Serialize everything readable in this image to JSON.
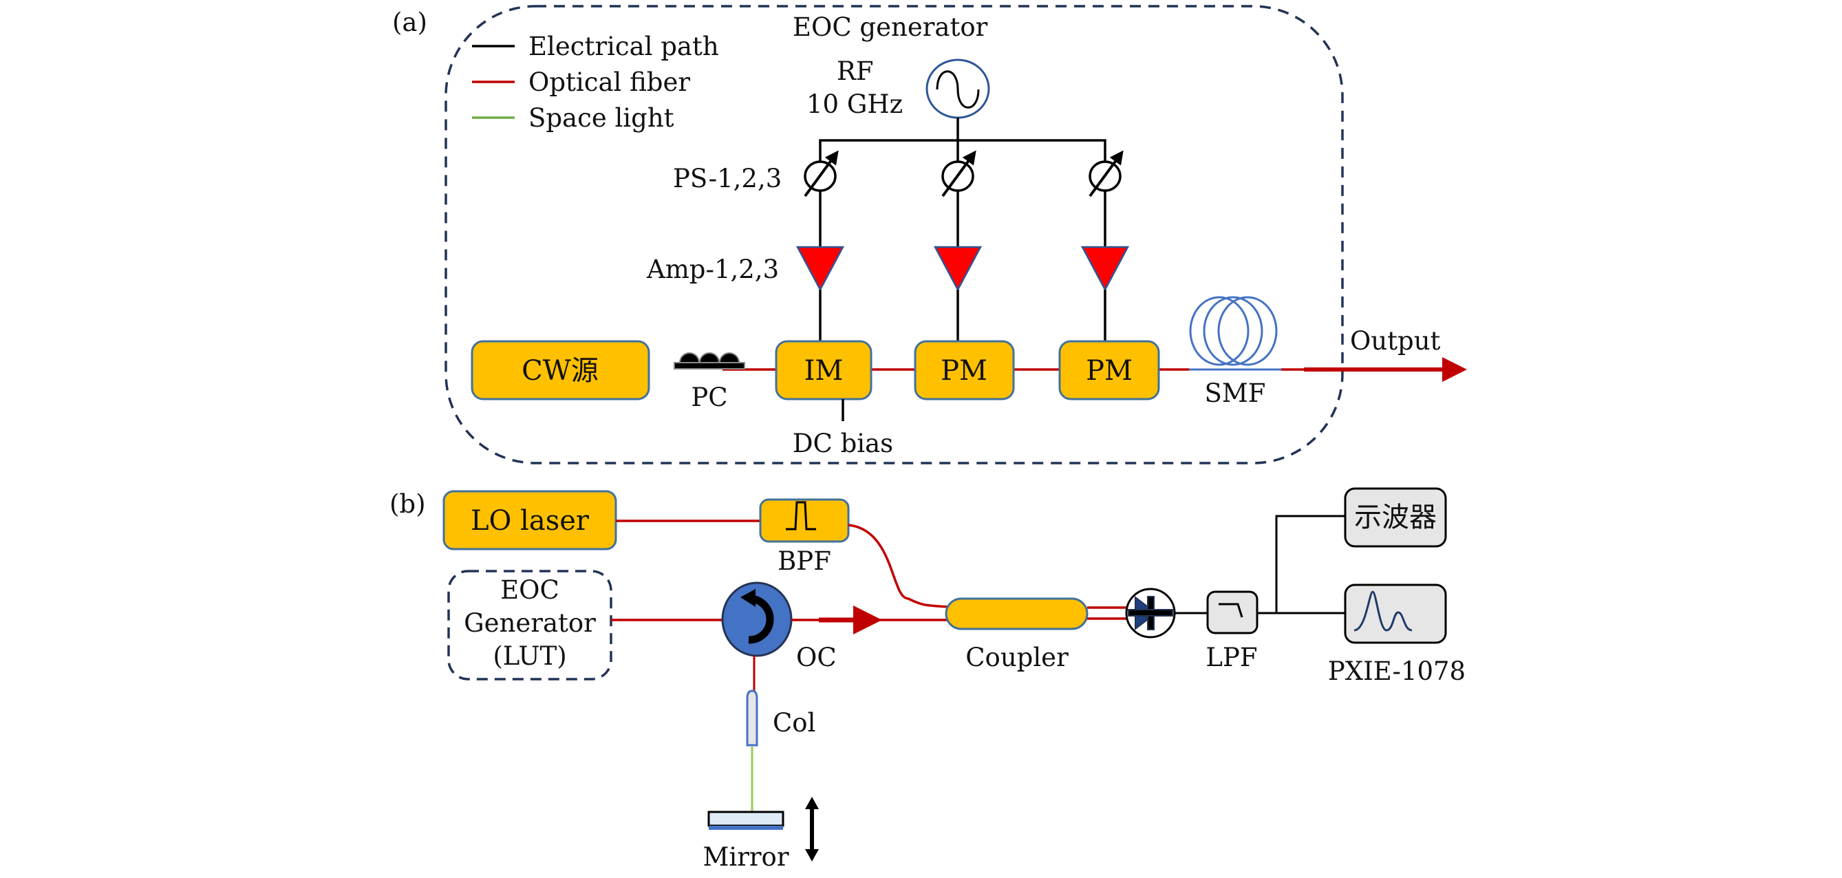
{
  "panel_a": {
    "label": "(a)",
    "title": "EOC generator",
    "legend": [
      {
        "label": "Electrical path",
        "color": "#000000"
      },
      {
        "label": "Optical fiber",
        "color": "#c00000"
      },
      {
        "label": "Space light",
        "color": "#70ad47"
      }
    ],
    "rf_label_line1": "RF",
    "rf_label_line2": "10 GHz",
    "ps_label": "PS-1,2,3",
    "amp_label": "Amp-1,2,3",
    "cw_label": "CW源",
    "pc_label": "PC",
    "im_label": "IM",
    "pm1_label": "PM",
    "pm2_label": "PM",
    "dc_bias_label": "DC bias",
    "smf_label": "SMF",
    "output_label": "Output"
  },
  "panel_b": {
    "label": "(b)",
    "lo_label": "LO laser",
    "bpf_label": "BPF",
    "eoc_line1": "EOC",
    "eoc_line2": "Generator",
    "eoc_line3": "(LUT)",
    "oc_label": "OC",
    "coupler_label": "Coupler",
    "col_label": "Col",
    "mirror_label": "Mirror",
    "lpf_label": "LPF",
    "osc_label": "示波器",
    "pxie_label": "PXIE-1078"
  },
  "colors": {
    "component_fill": "#ffc000",
    "component_stroke": "#41719c",
    "fiber": "#c00000",
    "space_light": "#92d050",
    "electrical": "#000000",
    "dashed_border": "#223355",
    "amp_fill": "#ff0000",
    "instrument_fill": "#e6e6e6"
  }
}
